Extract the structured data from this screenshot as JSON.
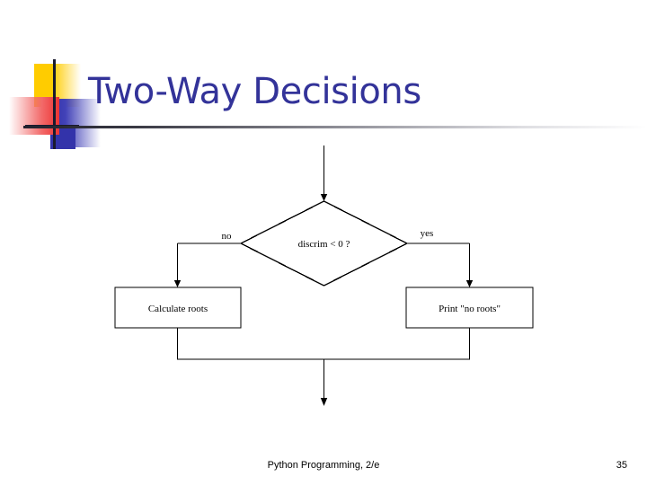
{
  "slide": {
    "title": "Two-Way Decisions",
    "background_color": "#ffffff",
    "title_color": "#333399"
  },
  "logo": {
    "squares": [
      {
        "name": "yellow-square",
        "color": "#ffcc00"
      },
      {
        "name": "red-square",
        "color": "#ee3333"
      },
      {
        "name": "blue-square",
        "color": "#3333aa"
      }
    ],
    "crosshair_color": "#1a1a2e"
  },
  "flowchart": {
    "type": "flowchart",
    "nodes": [
      {
        "id": "decision",
        "shape": "diamond",
        "text": "discrim < 0 ?"
      },
      {
        "id": "left-process",
        "shape": "rectangle",
        "text": "Calculate roots"
      },
      {
        "id": "right-process",
        "shape": "rectangle",
        "text": "Print \"no roots\""
      }
    ],
    "edge_labels": {
      "left": "no",
      "right": "yes"
    },
    "stroke_color": "#000000"
  },
  "footer": {
    "center_text": "Python Programming, 2/e",
    "page_number": "35"
  }
}
